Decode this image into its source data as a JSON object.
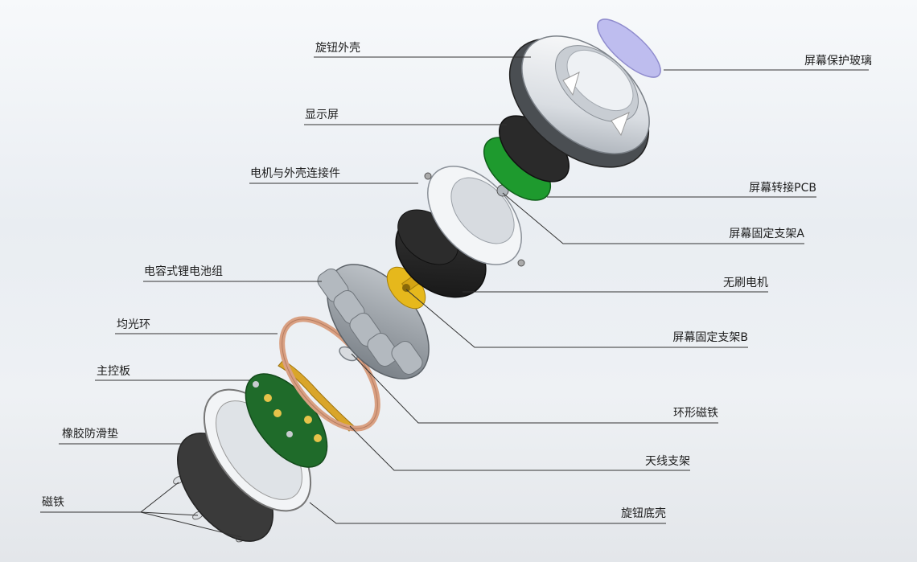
{
  "labels": {
    "knob_shell": "旋钮外壳",
    "screen_glass": "屏幕保护玻璃",
    "display": "显示屏",
    "motor_connector": "电机与外壳连接件",
    "screen_pcb": "屏幕转接PCB",
    "bracket_a": "屏幕固定支架A",
    "battery_pack": "电容式锂电池组",
    "brushless_motor": "无刷电机",
    "bracket_b": "屏幕固定支架B",
    "light_ring": "均光环",
    "main_board": "主控板",
    "ring_magnet": "环形磁铁",
    "antenna_bracket": "天线支架",
    "rubber_pad": "橡胶防滑垫",
    "magnets": "磁铁",
    "knob_base": "旋钮底壳"
  },
  "colors": {
    "leader_line": "#333333",
    "glass": "#b9b7ee",
    "display": "#2a2a2a",
    "pcb_green": "#1e9a2e",
    "motor": "#262626",
    "brass": "#e6b81c",
    "copper_ring": "#d9a082",
    "antenna": "#d9a52a",
    "main_board": "#1f6b2a",
    "rubber": "#3a3a3a",
    "shell": "#e8ebee"
  }
}
